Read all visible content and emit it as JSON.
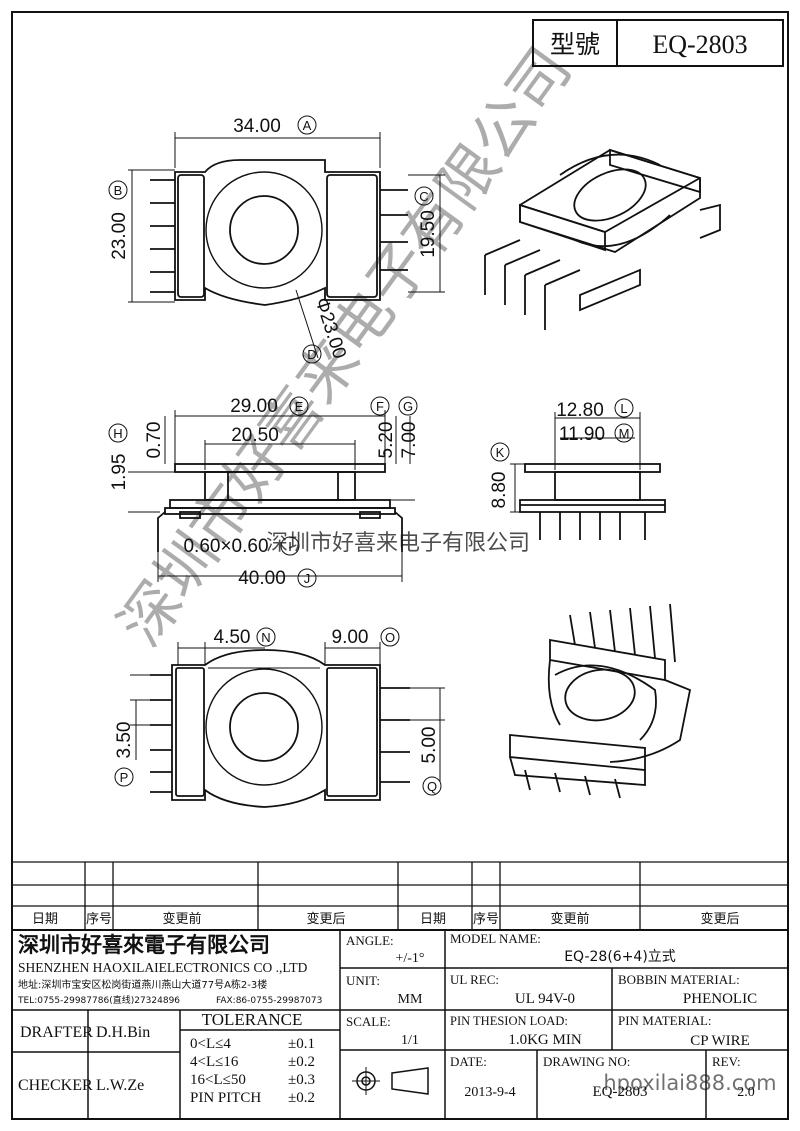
{
  "header": {
    "model_label": "型號",
    "model_value": "EQ-2803"
  },
  "dimensions": {
    "a": "34.00",
    "b": "23.00",
    "c": "19.50",
    "d": "Φ23.00",
    "e": "29.00",
    "f": "5.20",
    "g": "7.00",
    "h": "1.95",
    "i": "0.60×0.60",
    "j": "40.00",
    "k": "8.80",
    "l": "12.80",
    "m": "11.90",
    "n": "4.50",
    "o": "9.00",
    "p": "3.50",
    "q": "5.00",
    "top_gap": "0.70",
    "inner": "20.50"
  },
  "markers": {
    "a": "A",
    "b": "B",
    "c": "C",
    "d": "D",
    "e": "E",
    "f": "F",
    "g": "G",
    "h": "H",
    "i": "I",
    "j": "J",
    "k": "K",
    "l": "L",
    "m": "M",
    "n": "N",
    "o": "O",
    "p": "P",
    "q": "Q"
  },
  "watermark": {
    "diagonal": "深圳市好喜来电子有限公司",
    "center": "深圳市好喜来电子有限公司",
    "url": "hpoxilai888.com"
  },
  "revision": {
    "col_date": "日期",
    "col_no": "序号",
    "col_before": "变更前",
    "col_after": "变更后"
  },
  "company": {
    "name_cn": "深圳市好喜來電子有限公司",
    "name_en": "SHENZHEN HAOXILAIELECTRONICS CO .,LTD",
    "address": "地址:深圳市宝安区松岗街道燕川燕山大道77号A栋2-3楼",
    "tel": "TEL:0755-29987786(直线)27324896",
    "fax": "FAX:86-0755-29987073"
  },
  "drafter": {
    "label": "DRAFTER",
    "value": "D.H.Bin"
  },
  "checker": {
    "label": "CHECKER",
    "value": "L.W.Ze"
  },
  "tolerance": {
    "label": "TOLERANCE",
    "rows": [
      {
        "range": "0<L≤4",
        "value": "±0.1"
      },
      {
        "range": "4<L≤16",
        "value": "±0.2"
      },
      {
        "range": "16<L≤50",
        "value": "±0.3"
      },
      {
        "range": "PIN PITCH",
        "value": "±0.2"
      }
    ]
  },
  "angle": {
    "label": "ANGLE:",
    "value": "+/-1°"
  },
  "unit": {
    "label": "UNIT:",
    "value": "MM"
  },
  "scale": {
    "label": "SCALE:",
    "value": "1/1"
  },
  "model_name": {
    "label": "MODEL NAME:",
    "value": "EQ-28(6+4)立式"
  },
  "ul_rec": {
    "label": "UL REC:",
    "value": "UL 94V-0"
  },
  "bobbin_material": {
    "label": "BOBBIN MATERIAL:",
    "value": "PHENOLIC"
  },
  "pin_tension": {
    "label": "PIN THESION LOAD:",
    "value": "1.0KG MIN"
  },
  "pin_material": {
    "label": "PIN MATERIAL:",
    "value": "CP  WIRE"
  },
  "date": {
    "label": "DATE:",
    "value": "2013-9-4"
  },
  "drawing_no": {
    "label": "DRAWING NO:",
    "value": "EQ-2803"
  },
  "rev": {
    "label": "REV:",
    "value": "2.0"
  }
}
